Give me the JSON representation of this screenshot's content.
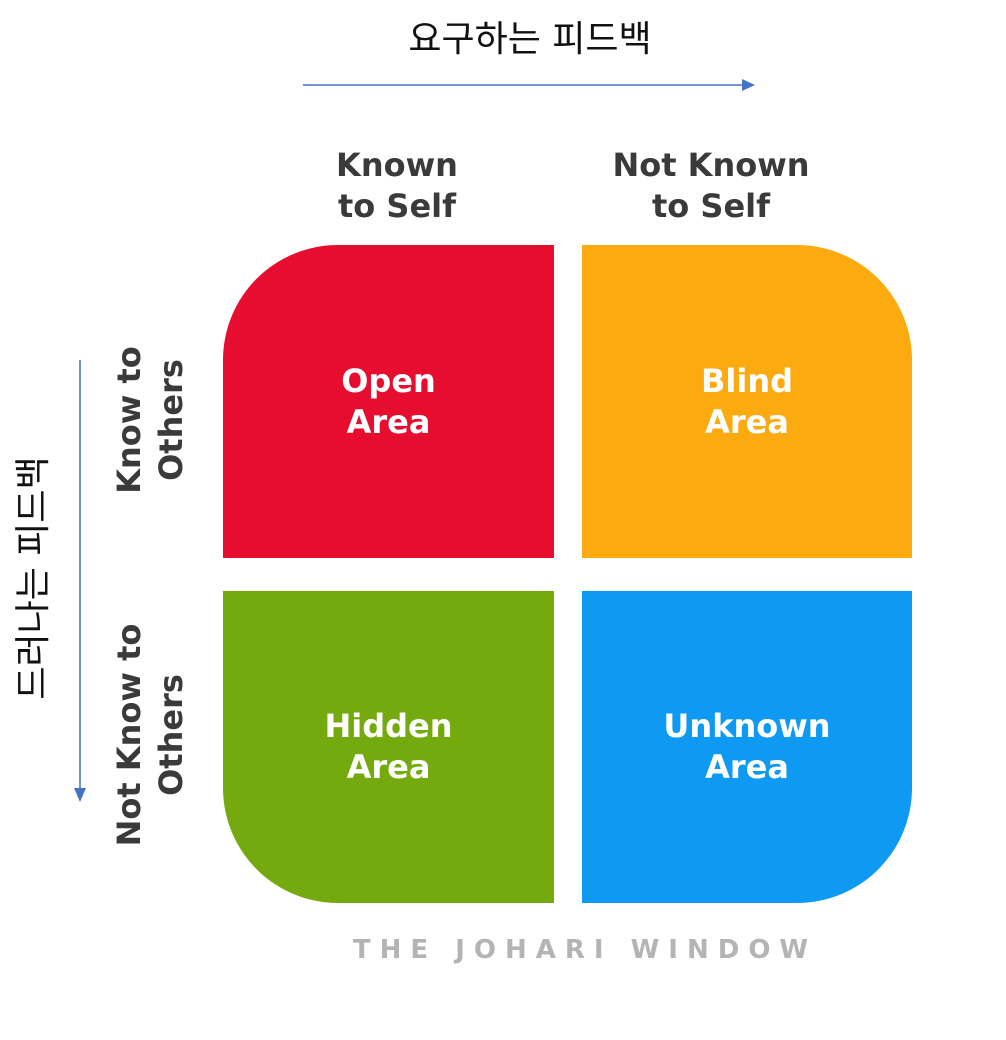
{
  "axes": {
    "top_label": "요구하는 피드백",
    "side_label": "드러나는 피드백"
  },
  "column_headers": [
    {
      "line1": "Known",
      "line2": "to Self"
    },
    {
      "line1": "Not Known",
      "line2": "to Self"
    }
  ],
  "row_headers": [
    {
      "line1": "Know to",
      "line2": "Others"
    },
    {
      "line1": "Not Know to",
      "line2": "Others"
    }
  ],
  "quadrants": {
    "open": {
      "line1": "Open",
      "line2": "Area",
      "color": "#e60d2f"
    },
    "blind": {
      "line1": "Blind",
      "line2": "Area",
      "color": "#fbab0f"
    },
    "hidden": {
      "line1": "Hidden",
      "line2": "Area",
      "color": "#74aa0e"
    },
    "unknown": {
      "line1": "Unknown",
      "line2": "Area",
      "color": "#0e99f2"
    }
  },
  "footer": "THE JOHARI WINDOW",
  "arrow_color": "#4472c4"
}
